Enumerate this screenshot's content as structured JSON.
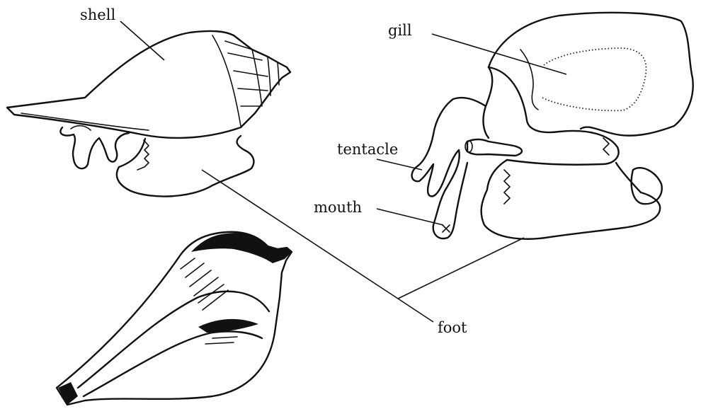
{
  "labels": {
    "shell": "shell",
    "gill": "gill",
    "tentacle": "tentacle",
    "mouth": "mouth",
    "foot": "foot"
  },
  "colors": {
    "ink": "#111111",
    "background": "#ffffff"
  }
}
